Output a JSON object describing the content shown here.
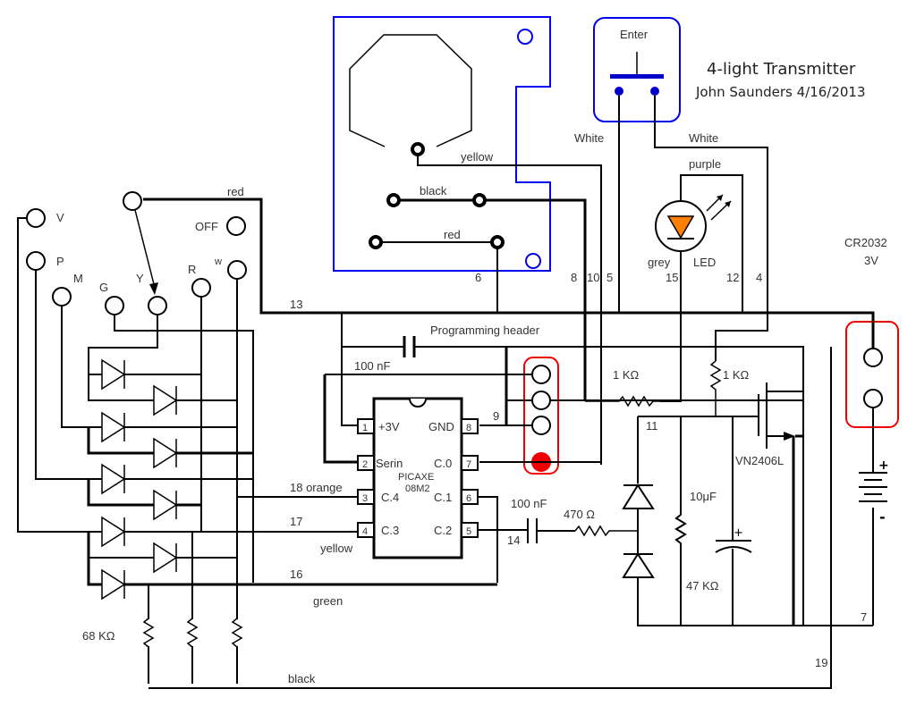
{
  "title": "4-light Transmitter",
  "subtitle": "John Saunders 4/16/2013",
  "colors": {
    "wire": "#000000",
    "pcb_outline": "#0000ee",
    "header_outline": "#ee0000",
    "led_fill": "#ff8000",
    "active_pin": "#ee0000",
    "label_text": "#333333"
  },
  "switch": {
    "positions": [
      "V",
      "P",
      "M",
      "G",
      "Y",
      "R",
      "w",
      "OFF"
    ],
    "selected": "Y",
    "common_wire": "red"
  },
  "rotary_pcb": {
    "wires": [
      "yellow",
      "black",
      "red"
    ]
  },
  "enter_button": {
    "label": "Enter",
    "wire_left": "White",
    "wire_right": "White"
  },
  "led": {
    "label": "LED",
    "wire_anode": "purple",
    "wire_cathode": "grey"
  },
  "battery": {
    "type": "CR2032",
    "voltage": "3V",
    "plus": "+",
    "minus": "-"
  },
  "programming_header": {
    "label": "Programming header"
  },
  "chip": {
    "name": "PICAXE",
    "model": "08M2",
    "pins": [
      {
        "num": "1",
        "name": "+3V"
      },
      {
        "num": "2",
        "name": "Serin"
      },
      {
        "num": "3",
        "name": "C.4"
      },
      {
        "num": "4",
        "name": "C.3"
      },
      {
        "num": "5",
        "name": "C.2"
      },
      {
        "num": "6",
        "name": "C.1"
      },
      {
        "num": "7",
        "name": "C.0"
      },
      {
        "num": "8",
        "name": "GND"
      }
    ]
  },
  "components": {
    "cap_decoupling": "100 nF",
    "cap_coupling": "100 nF",
    "res_led": "1 KΩ",
    "res_gate": "1 KΩ",
    "res_series": "470 Ω",
    "res_bleed": "47 KΩ",
    "cap_filter": "10μF",
    "res_pulldown": "68 KΩ",
    "mosfet": "VN2406L",
    "cap_plus": "+"
  },
  "wire_labels": {
    "orange": "18 orange",
    "n17": "17",
    "yellow": "yellow",
    "n16": "16",
    "green": "green",
    "black": "black",
    "n13": "13",
    "n6": "6",
    "n8": "8",
    "n10": "10",
    "n5": "5",
    "n15": "15",
    "n12": "12",
    "n4": "4",
    "n9": "9",
    "n11": "11",
    "n14": "14",
    "n7": "7",
    "n19": "19"
  }
}
